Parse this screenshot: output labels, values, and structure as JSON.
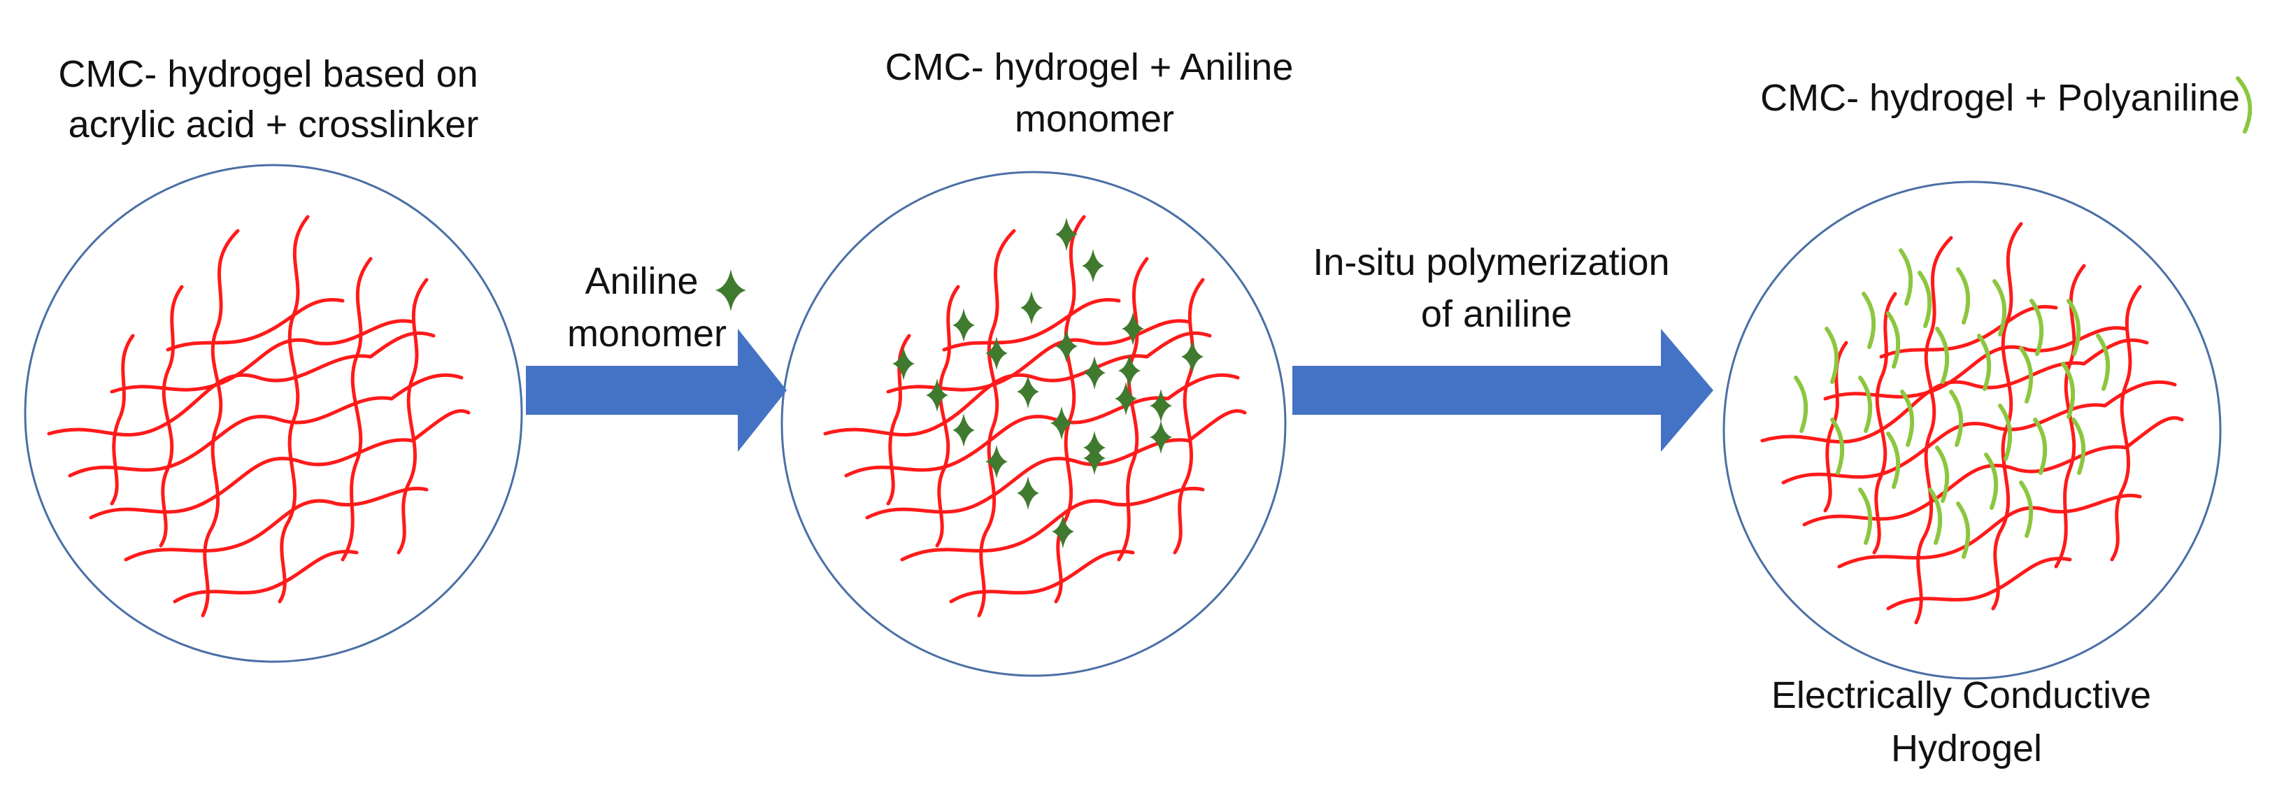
{
  "stages": [
    {
      "id": "hydrogel",
      "label_lines": [
        "CMC- hydrogel based on",
        "acrylic acid + crosslinker"
      ]
    },
    {
      "id": "hydrogel-aniline",
      "label_lines": [
        "CMC- hydrogel + Aniline",
        "monomer"
      ]
    },
    {
      "id": "hydrogel-polyaniline",
      "label_lines": [
        "CMC- hydrogel + Polyaniline"
      ],
      "caption_lines": [
        "Electrically Conductive",
        "Hydrogel"
      ]
    }
  ],
  "arrows": [
    {
      "id": "step-1",
      "label_lines": [
        "Aniline",
        "monomer"
      ]
    },
    {
      "id": "step-2",
      "label_lines": [
        "In-situ polymerization",
        "of aniline"
      ]
    }
  ],
  "colors": {
    "circle_stroke": "#4a6fa5",
    "polymer_chain": "#ff1a1a",
    "aniline_monomer": "#3f7a2e",
    "polyaniline": "#8cc63f",
    "arrow_fill": "#4472c4"
  },
  "icons": {
    "aniline_monomer": "four-point-star-icon",
    "polyaniline": "curved-stroke-icon"
  }
}
